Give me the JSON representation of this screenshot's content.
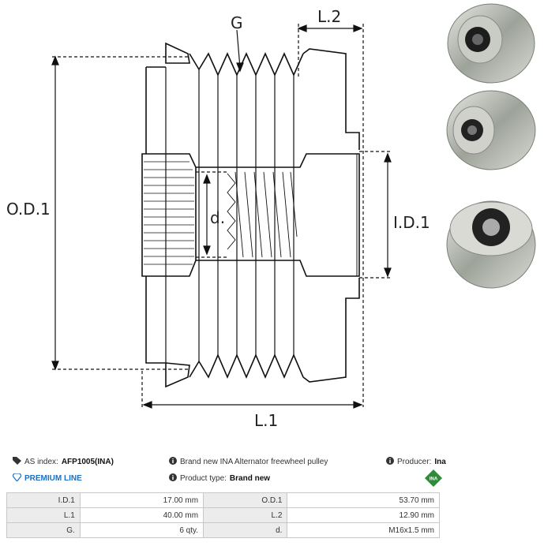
{
  "drawing": {
    "labels": {
      "groove": "G",
      "width2": "L.2",
      "outer_diameter": "O.D.1",
      "inner_thread": "d.",
      "inner_diameter": "I.D.1",
      "width1": "L.1"
    }
  },
  "photos": {
    "icons": [
      "pulley-side-icon",
      "pulley-front-icon",
      "pulley-back-icon"
    ]
  },
  "info": {
    "as_index_label": "AS index:",
    "as_index_value": "AFP1005(INA)",
    "description": "Brand new INA Alternator freewheel pulley",
    "producer_label": "Producer:",
    "producer_value": "Ina",
    "premium_line": "PREMIUM LINE",
    "product_type_label": "Product type:",
    "product_type_value": "Brand new",
    "brand_logo_text": "INA"
  },
  "specs": [
    {
      "label1": "I.D.1",
      "value1": "17.00 mm",
      "label2": "O.D.1",
      "value2": "53.70 mm"
    },
    {
      "label1": "L.1",
      "value1": "40.00 mm",
      "label2": "L.2",
      "value2": "12.90 mm"
    },
    {
      "label1": "G.",
      "value1": "6 qty.",
      "label2": "d.",
      "value2": "M16x1.5 mm"
    }
  ],
  "colors": {
    "premium_blue": "#1d6fc2",
    "ina_green": "#2e8b3a",
    "table_label_bg": "#ececec"
  }
}
